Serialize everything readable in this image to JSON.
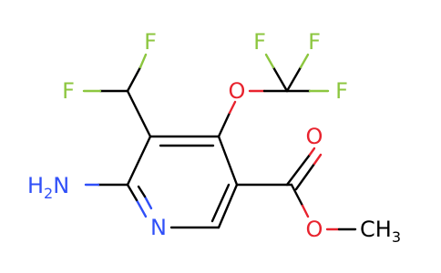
{
  "colors": {
    "carbon_bond": "#000000",
    "fluorine": "#8cc63f",
    "oxygen": "#e8232e",
    "nitrogen": "#3050f8",
    "background": "#ffffff"
  },
  "atoms": {
    "f1": "F",
    "f2": "F",
    "f3": "F",
    "f4": "F",
    "f5": "F",
    "o_ether": "O",
    "o_carbonyl": "O",
    "o_ester": "O",
    "n_ring": "N",
    "amino_h": "H",
    "amino_h_count": "2",
    "amino_n": "N",
    "methyl_c": "C",
    "methyl_h": "H",
    "methyl_h_count": "3"
  }
}
